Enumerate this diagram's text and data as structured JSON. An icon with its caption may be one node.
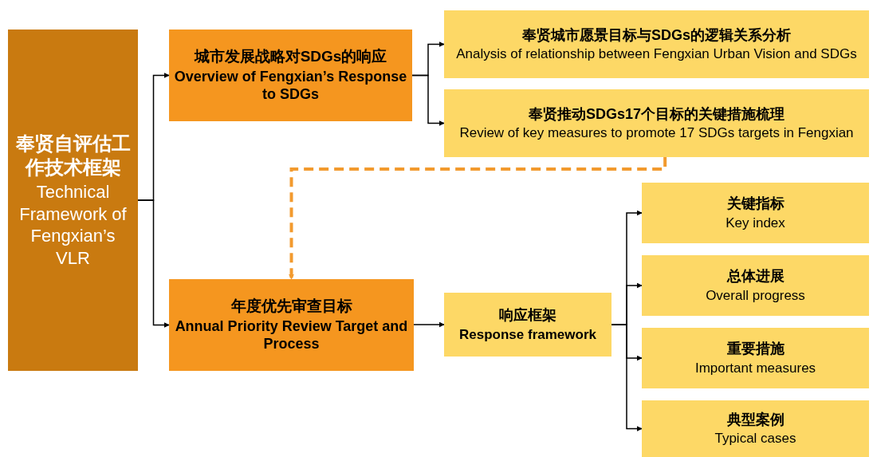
{
  "diagram": {
    "nodes": [
      {
        "text": [
          "奉贤自评估工作技术框架",
          "Technical Framework of Fengxian’s VLR"
        ]
      },
      {
        "text": [
          "城市发展战略对SDGs的响应",
          "Overview of Fengxian’s Response to SDGs"
        ]
      },
      {
        "text": [
          "奉贤城市愿景目标与SDGs的逻辑关系分析",
          "Analysis of relationship between Fengxian Urban Vision and SDGs"
        ]
      },
      {
        "text": [
          "奉贤推动SDGs17个目标的关键措施梳理",
          "Review of key measures to promote 17 SDGs targets in Fengxian"
        ]
      },
      {
        "text": [
          "年度优先审查目标",
          "Annual Priority Review Target and Process"
        ]
      },
      {
        "text": [
          "响应框架",
          "Response framework"
        ]
      },
      {
        "text": [
          "关键指标",
          "Key index"
        ]
      },
      {
        "text": [
          "总体进展",
          "Overall progress"
        ]
      },
      {
        "text": [
          "重要措施",
          "Important measures"
        ]
      },
      {
        "text": [
          "典型案例",
          "Typical cases"
        ]
      }
    ],
    "edges": [
      {
        "from": 0,
        "to": 1,
        "arrow": "to"
      },
      {
        "from": 0,
        "to": 4,
        "arrow": "to"
      },
      {
        "from": 1,
        "to": 2,
        "arrow": "to"
      },
      {
        "from": 1,
        "to": 3,
        "arrow": "to"
      },
      {
        "from": 3,
        "to": 4,
        "arrow": "to",
        "style": "dashed",
        "color": "#f29a2e"
      },
      {
        "from": 4,
        "to": 5,
        "arrow": "to"
      },
      {
        "from": 5,
        "to": 6,
        "arrow": "to"
      },
      {
        "from": 5,
        "to": 7,
        "arrow": "to"
      },
      {
        "from": 5,
        "to": 8,
        "arrow": "to"
      },
      {
        "from": 5,
        "to": 9,
        "arrow": "to"
      }
    ]
  }
}
